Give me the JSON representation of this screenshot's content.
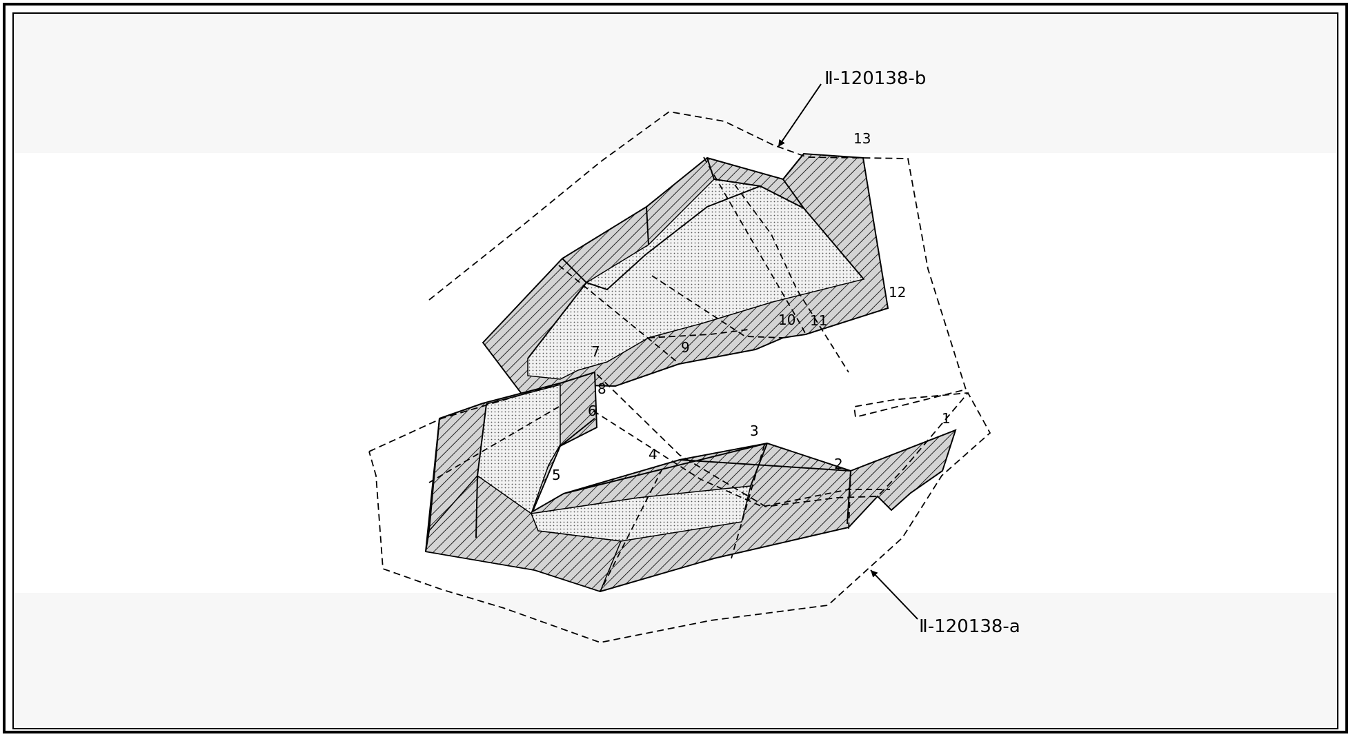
{
  "labels": {
    "a": "Ⅱ-120138-a",
    "b": "Ⅱ-120138-b"
  },
  "points": [
    "1",
    "2",
    "3",
    "4",
    "5",
    "6",
    "7",
    "8",
    "9",
    "10",
    "11",
    "12",
    "13"
  ],
  "colors": {
    "line": "#000000",
    "hatch_fill": "#d9d9d9",
    "band": "#f7f7f7"
  }
}
